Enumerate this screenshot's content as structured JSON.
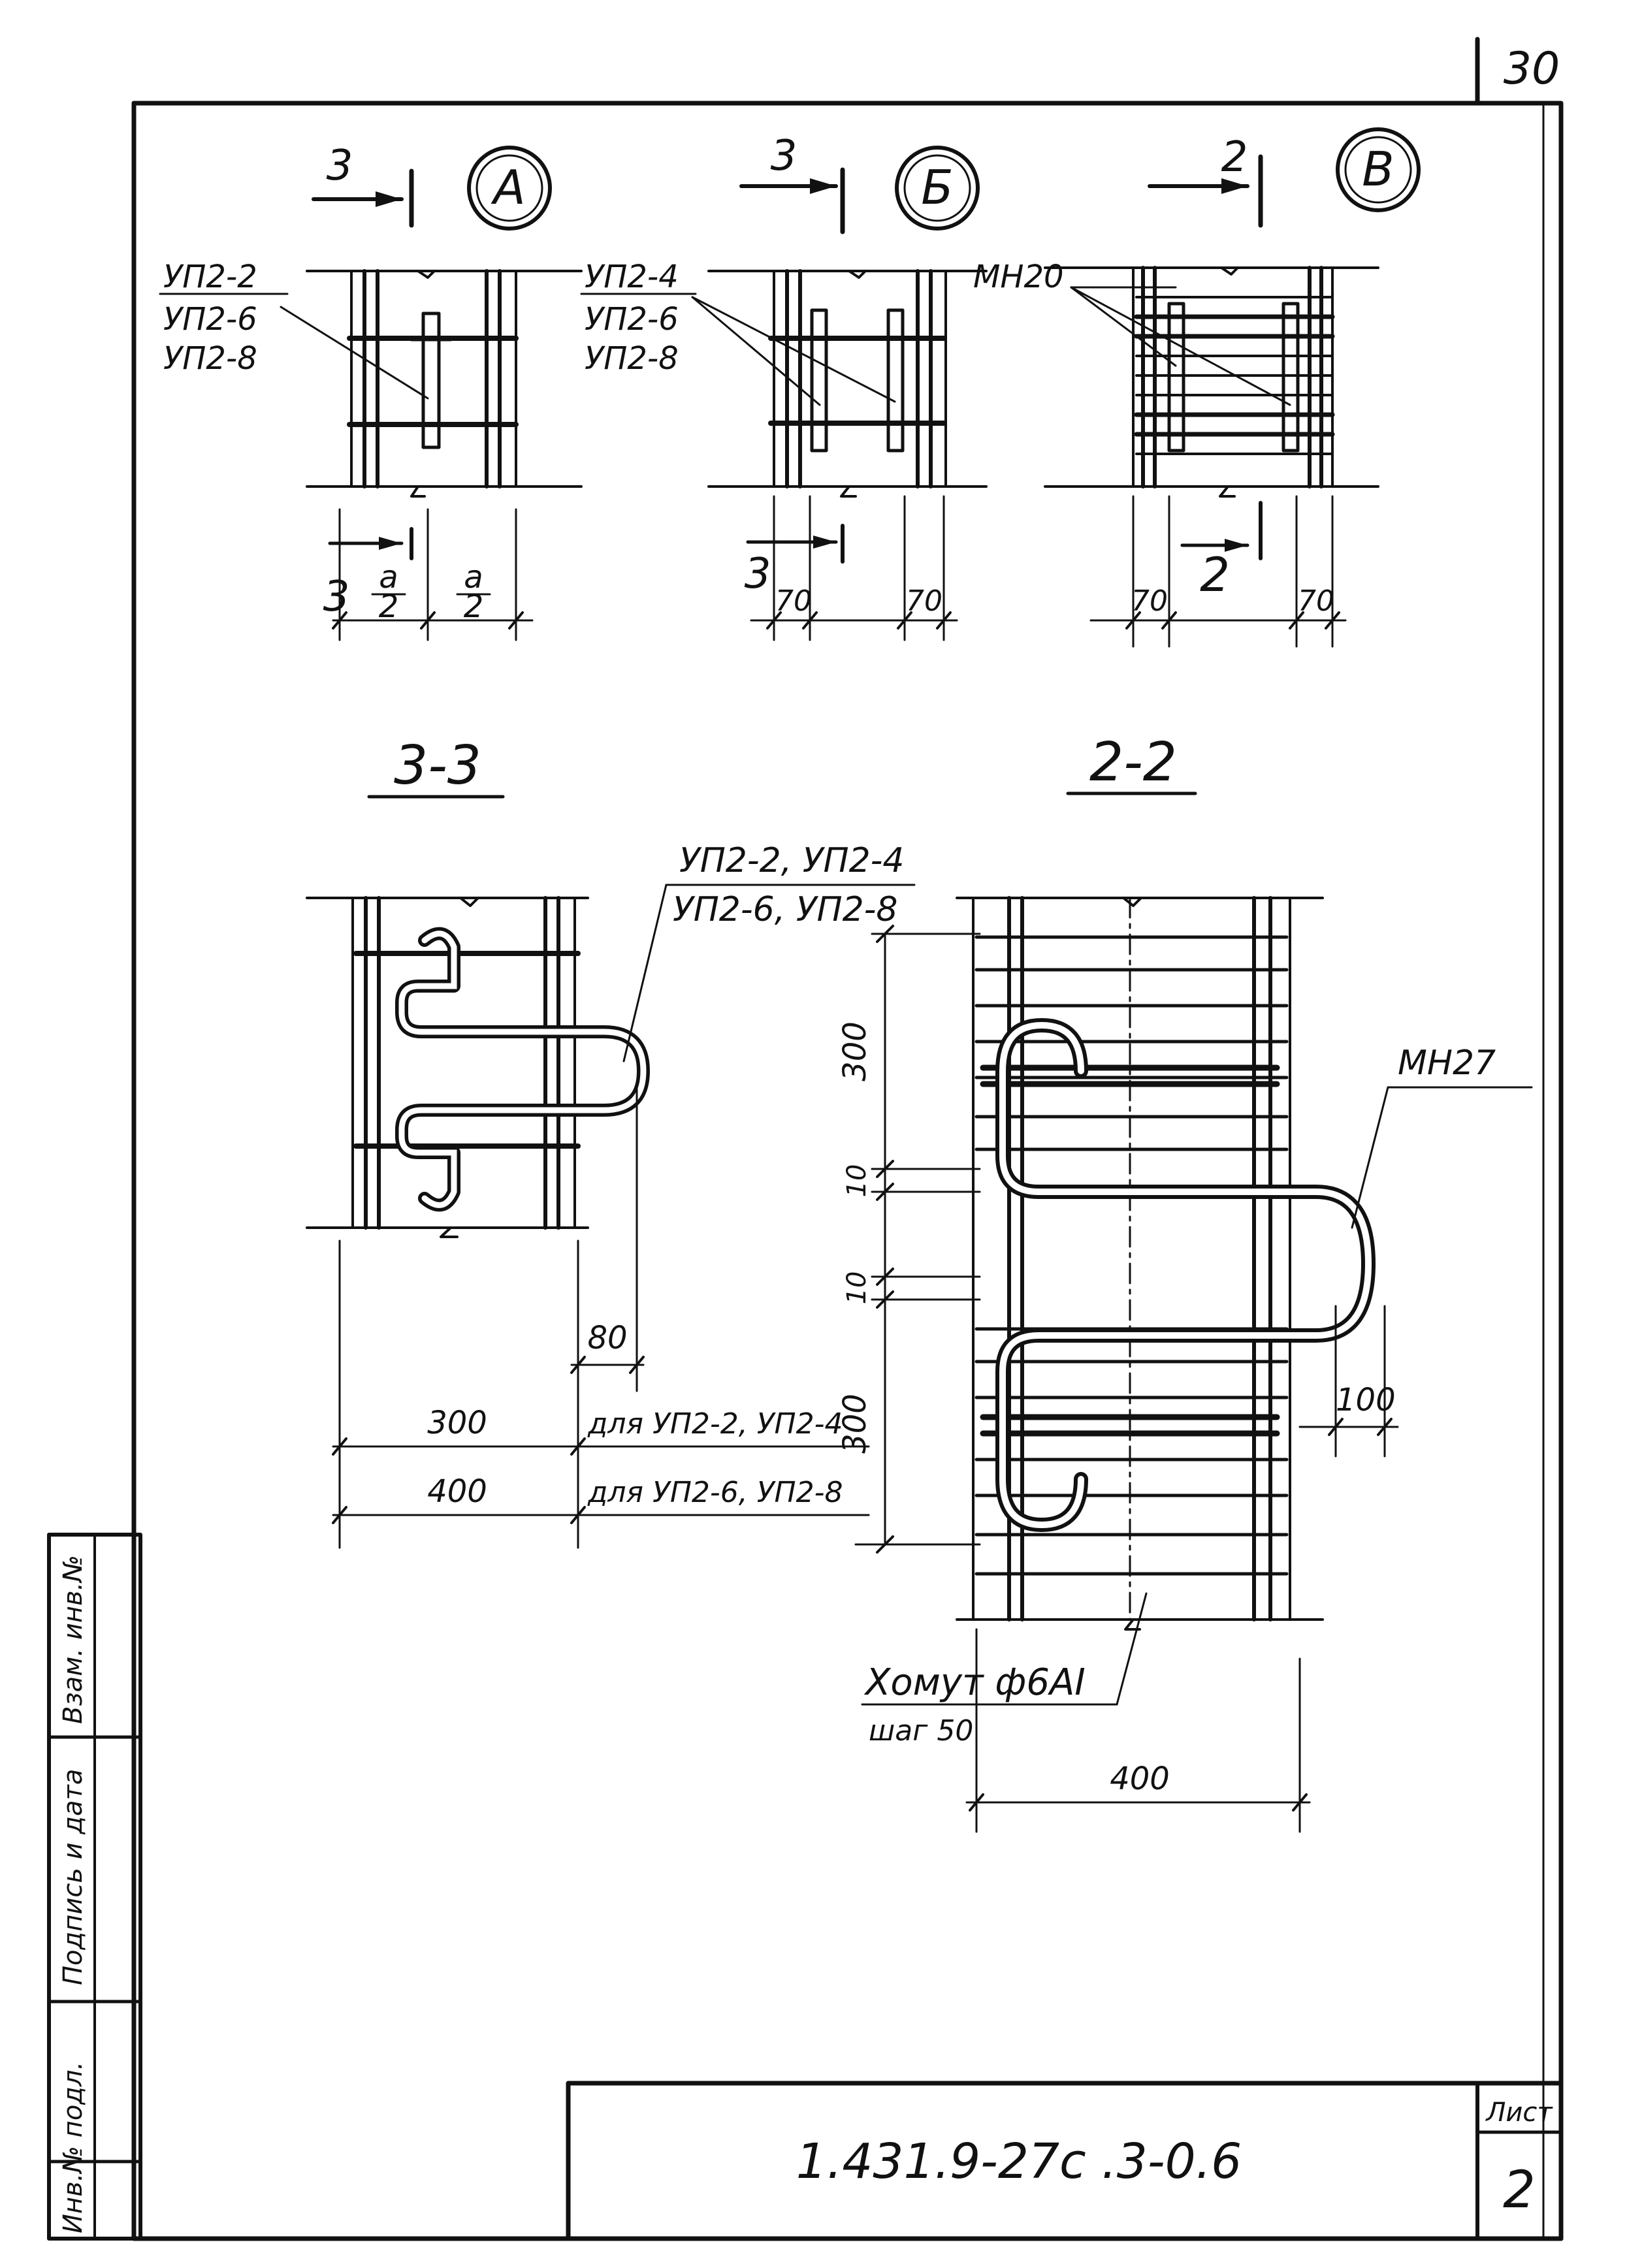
{
  "sheet_corner_number": "30",
  "title_block": {
    "document_code": "1.431.9-27с .3-0.6",
    "sheet_label": "Лист",
    "sheet_number": "2"
  },
  "side_stamp": {
    "inv_original": "Инв.№ подл.",
    "signature_date": "Подпись и дата",
    "replaced_inv": "Взам. инв.№"
  },
  "details": {
    "a": {
      "marker": "А",
      "section_top": "3",
      "section_bottom": "3",
      "labels": [
        "УП2-2",
        "УП2-6",
        "УП2-8"
      ],
      "dim_num": "a",
      "dim_den": "2"
    },
    "b": {
      "marker": "Б",
      "section_top": "3",
      "section_bottom": "3",
      "labels": [
        "УП2-4",
        "УП2-6",
        "УП2-8"
      ],
      "dims": [
        "70",
        "70"
      ]
    },
    "v": {
      "marker": "В",
      "section_top": "2",
      "section_bottom": "2",
      "labels": [
        "МН20"
      ],
      "dims": [
        "70",
        "70"
      ]
    }
  },
  "section_33": {
    "title": "3-3",
    "label_top": "УП2-2, УП2-4",
    "label_bottom": "УП2-6, УП2-8",
    "dims": {
      "offset": "80",
      "w300": "300",
      "w400": "400",
      "note_300": "для УП2-2, УП2-4",
      "note_400": "для УП2-6, УП2-8"
    }
  },
  "section_22": {
    "title": "2-2",
    "label": "МН27",
    "dims": {
      "upper": "300",
      "gap1": "10",
      "gap2": "10",
      "lower": "300",
      "offset": "100",
      "width": "400"
    },
    "stirrup_note": "Хомут ф6АI",
    "stirrup_step": "шаг 50"
  }
}
